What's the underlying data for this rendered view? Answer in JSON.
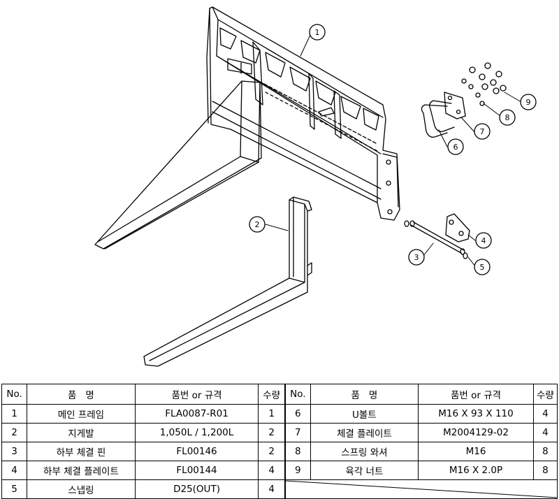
{
  "callouts": [
    "1",
    "2",
    "3",
    "4",
    "5",
    "6",
    "7",
    "8",
    "9"
  ],
  "table": {
    "headers": {
      "no": "No.",
      "name": "품   명",
      "spec": "품번 or 규격",
      "qty": "수량"
    },
    "left_rows": [
      {
        "no": "1",
        "name": "메인 프레임",
        "spec": "FLA0087-R01",
        "qty": "1"
      },
      {
        "no": "2",
        "name": "지게발",
        "spec": "1,050L / 1,200L",
        "qty": "2"
      },
      {
        "no": "3",
        "name": "하부 체결 핀",
        "spec": "FL00146",
        "qty": "2"
      },
      {
        "no": "4",
        "name": "하부 체결 플레이트",
        "spec": "FL00144",
        "qty": "4"
      },
      {
        "no": "5",
        "name": "스냅링",
        "spec": "D25(OUT)",
        "qty": "4"
      }
    ],
    "right_rows": [
      {
        "no": "6",
        "name": "U볼트",
        "spec": "M16 X 93 X 110",
        "qty": "4"
      },
      {
        "no": "7",
        "name": "체결 플레이트",
        "spec": "M2004129-02",
        "qty": "4"
      },
      {
        "no": "8",
        "name": "스프링 와셔",
        "spec": "M16",
        "qty": "8"
      },
      {
        "no": "9",
        "name": "육각 너트",
        "spec": "M16 X 2.0P",
        "qty": "8"
      }
    ]
  }
}
